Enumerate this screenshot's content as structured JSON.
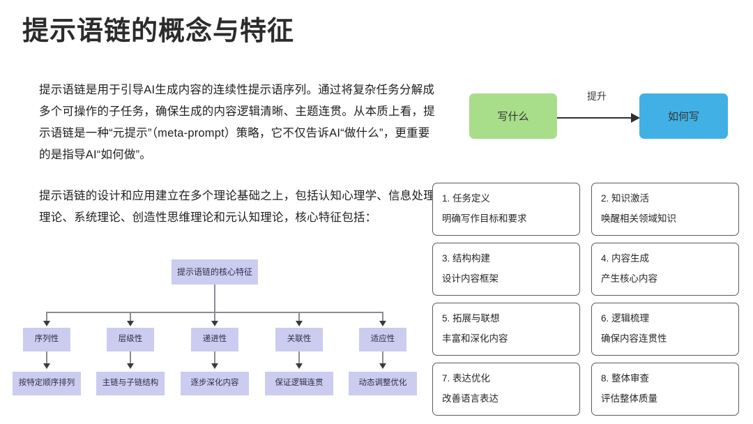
{
  "slide": {
    "title": "提示语链的概念与特征",
    "paragraphs": [
      "提示语链是用于引导AI生成内容的连续性提示语序列。通过将复杂任务分解成多个可操作的子任务，确保生成的内容逻辑清晰、主题连贯。从本质上看，提示语链是一种“元提示”（meta-prompt）策略，它不仅告诉AI“做什么”，更重要的是指导AI“如何做”。",
      "提示语链的设计和应用建立在多个理论基础之上，包括认知心理学、信息处理理论、系统理论、创造性思维理论和元认知理论，核心特征包括："
    ]
  },
  "flow": {
    "source_label": "写什么",
    "target_label": "如何写",
    "arrow_label": "提升",
    "source_color": "#a8dd8a",
    "target_color": "#41b0e4"
  },
  "cards": [
    {
      "title": "1. 任务定义",
      "desc": "明确写作目标和要求"
    },
    {
      "title": "2. 知识激活",
      "desc": "唤醒相关领域知识"
    },
    {
      "title": "3. 结构构建",
      "desc": "设计内容框架"
    },
    {
      "title": "4. 内容生成",
      "desc": "产生核心内容"
    },
    {
      "title": "5. 拓展与联想",
      "desc": "丰富和深化内容"
    },
    {
      "title": "6. 逻辑梳理",
      "desc": "确保内容连贯性"
    },
    {
      "title": "7. 表达优化",
      "desc": "改善语言表达"
    },
    {
      "title": "8. 整体审查",
      "desc": "评估整体质量"
    }
  ],
  "tree": {
    "root": "提示语链的核心特征",
    "node_color": "#ccccf0",
    "branches": [
      {
        "feature": "序列性",
        "detail": "按特定顺序排列"
      },
      {
        "feature": "层级性",
        "detail": "主链与子链结构"
      },
      {
        "feature": "递进性",
        "detail": "逐步深化内容"
      },
      {
        "feature": "关联性",
        "detail": "保证逻辑连贯"
      },
      {
        "feature": "适应性",
        "detail": "动态调整优化"
      }
    ]
  }
}
